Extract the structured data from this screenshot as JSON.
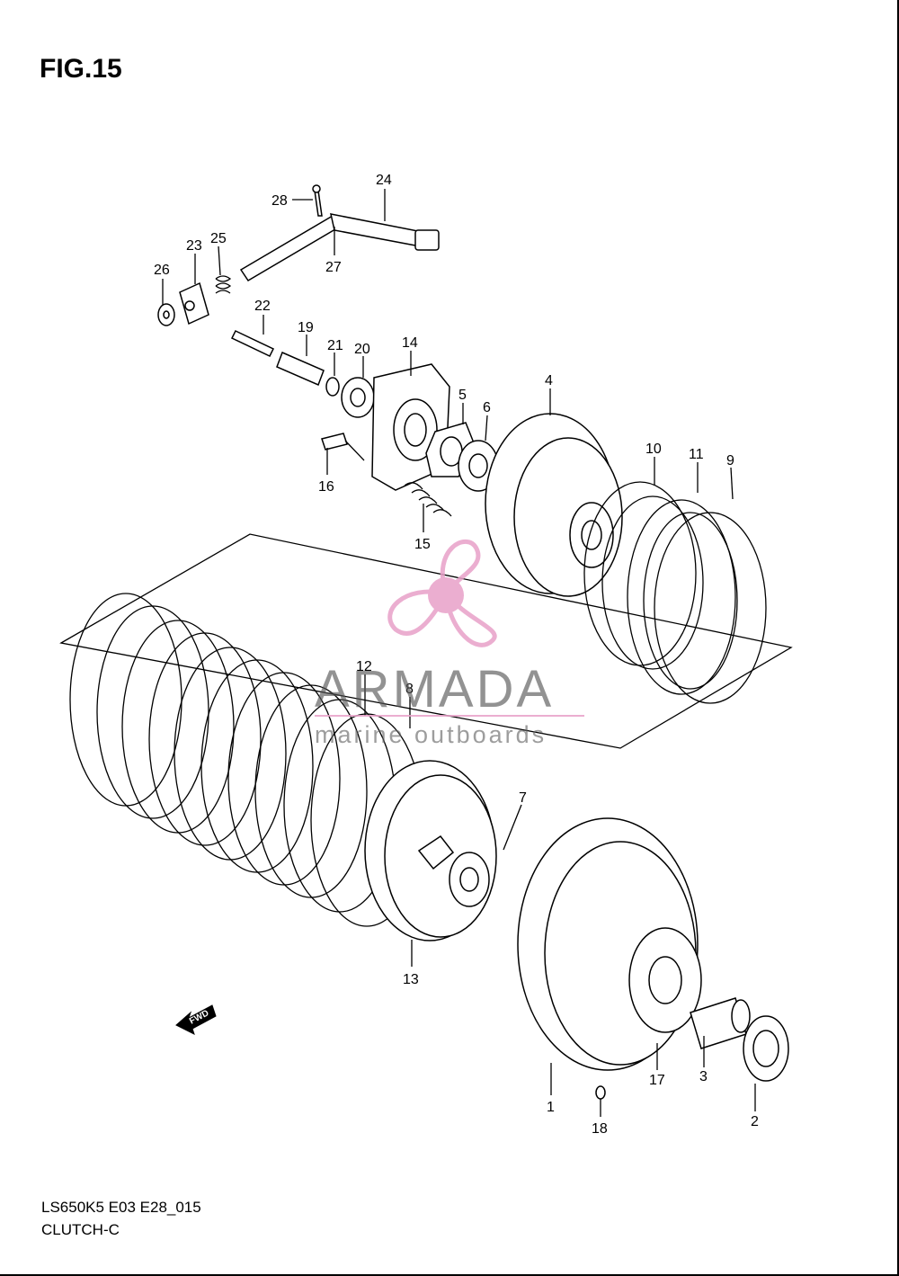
{
  "figure": {
    "title": "FIG.15",
    "model_code": "LS650K5 E03 E28_015",
    "section": "CLUTCH-C"
  },
  "callouts": [
    "1",
    "2",
    "3",
    "4",
    "5",
    "6",
    "7",
    "8",
    "9",
    "10",
    "11",
    "12",
    "13",
    "14",
    "15",
    "16",
    "17",
    "18",
    "19",
    "20",
    "21",
    "22",
    "23",
    "24",
    "25",
    "26",
    "27",
    "28"
  ],
  "watermark": {
    "brand": "ARMADA",
    "tagline": "marine outboards",
    "logo_color": "#e8a0c8"
  },
  "direction_arrow": {
    "label": "FWD"
  }
}
